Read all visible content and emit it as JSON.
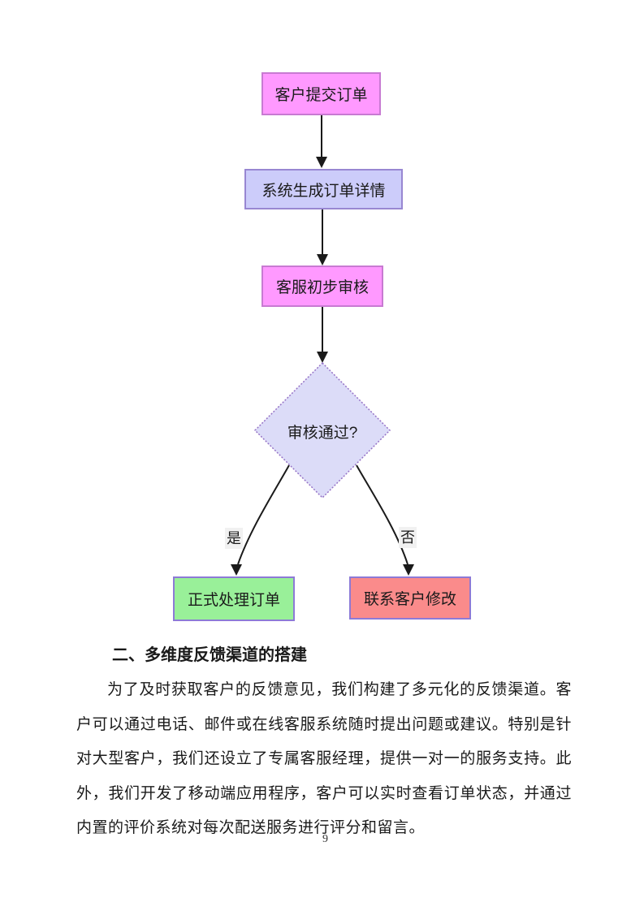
{
  "flowchart": {
    "nodes": [
      {
        "id": "submit",
        "label": "客户提交订单",
        "type": "process"
      },
      {
        "id": "generate",
        "label": "系统生成订单详情",
        "type": "process"
      },
      {
        "id": "review",
        "label": "客服初步审核",
        "type": "process"
      },
      {
        "id": "decision",
        "label": "审核通过?",
        "type": "decision"
      },
      {
        "id": "process",
        "label": "正式处理订单",
        "type": "result"
      },
      {
        "id": "contact",
        "label": "联系客户修改",
        "type": "result"
      }
    ],
    "branch_labels": {
      "yes": "是",
      "no": "否"
    },
    "colors": {
      "process_pink_fill": "#ff99ff",
      "process_pink_border": "#c87ad2",
      "process_lavender_fill": "#ccccfa",
      "process_lavender_border": "#9887d2",
      "decision_fill": "#dcdcf8",
      "decision_border": "#9673c6",
      "yes_fill": "#99f099",
      "no_fill": "#fa8b8b",
      "result_border": "#8d7ad6",
      "connector": "#1a1a1a",
      "branch_label_bg": "#f1f1f1"
    }
  },
  "document": {
    "heading": "二、多维度反馈渠道的搭建",
    "paragraph": "为了及时获取客户的反馈意见，我们构建了多元化的反馈渠道。客户可以通过电话、邮件或在线客服系统随时提出问题或建议。特别是针对大型客户，我们还设立了专属客服经理，提供一对一的服务支持。此外，我们开发了移动端应用程序，客户可以实时查看订单状态，并通过内置的评价系统对每次配送服务进行评分和留言。",
    "page_number": "9"
  }
}
